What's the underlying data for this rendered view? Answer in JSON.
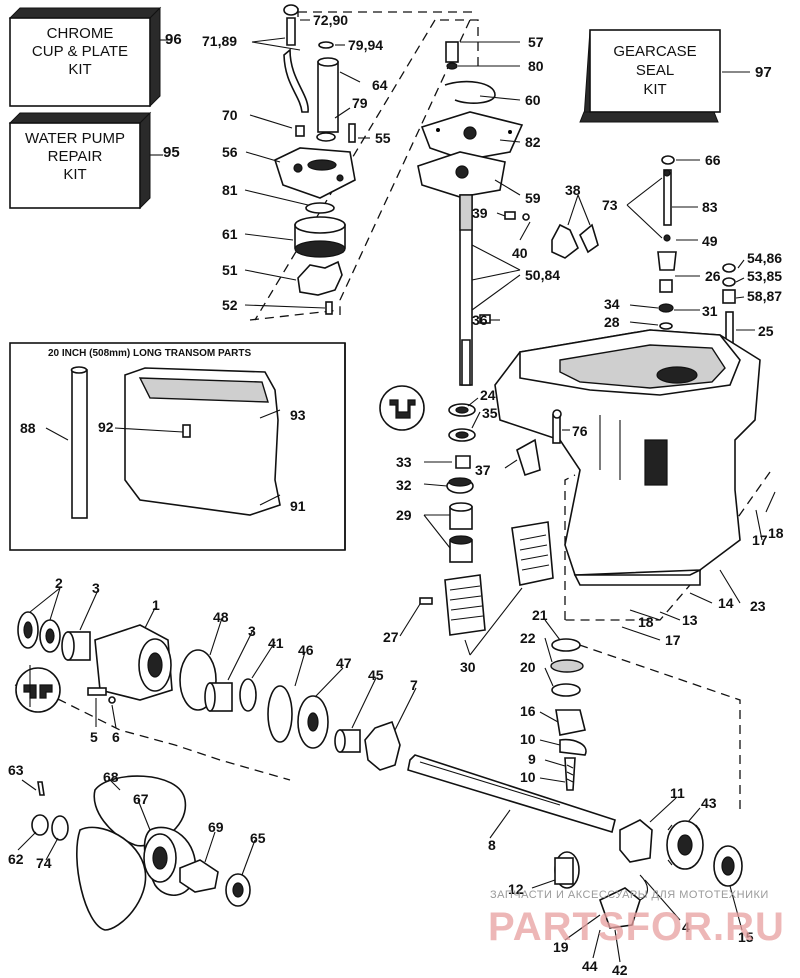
{
  "kits": {
    "chrome": {
      "lines": [
        "CHROME",
        "CUP & PLATE",
        "KIT"
      ],
      "number": "96"
    },
    "water_pump": {
      "lines": [
        "WATER PUMP",
        "REPAIR",
        "KIT"
      ],
      "number": "95"
    },
    "gearcase_seal": {
      "lines": [
        "GEARCASE",
        "SEAL",
        "KIT"
      ],
      "number": "97"
    }
  },
  "transom_panel": {
    "title": "20 INCH (508mm) LONG TRANSOM PARTS",
    "callouts": [
      "88",
      "92",
      "93",
      "91"
    ]
  },
  "callouts": {
    "c72_90": "72,90",
    "c71_89": "71,89",
    "c79_94": "79,94",
    "c64": "64",
    "c79": "79",
    "c70": "70",
    "c55": "55",
    "c56": "56",
    "c81": "81",
    "c61": "61",
    "c51": "51",
    "c52": "52",
    "c57": "57",
    "c80": "80",
    "c60": "60",
    "c82": "82",
    "c59": "59",
    "c39": "39",
    "c40": "40",
    "c38": "38",
    "c50_84": "50,84",
    "c36": "36",
    "c66": "66",
    "c73": "73",
    "c83": "83",
    "c49": "49",
    "c54_86": "54,86",
    "c26": "26",
    "c53_85": "53,85",
    "c58_87": "58,87",
    "c34": "34",
    "c31": "31",
    "c28": "28",
    "c25": "25",
    "c24": "24",
    "c35": "35",
    "c76": "76",
    "c33": "33",
    "c37": "37",
    "c32": "32",
    "c29": "29",
    "c18a": "18",
    "c17a": "17",
    "c23": "23",
    "c14": "14",
    "c13": "13",
    "c18b": "18",
    "c17b": "17",
    "c27": "27",
    "c21": "21",
    "c22": "22",
    "c20": "20",
    "c30": "30",
    "c16": "16",
    "c10a": "10",
    "c9": "9",
    "c10b": "10",
    "c2": "2",
    "c3a": "3",
    "c1": "1",
    "c48": "48",
    "c3b": "3",
    "c41": "41",
    "c46": "46",
    "c47": "47",
    "c45": "45",
    "c7": "7",
    "c5": "5",
    "c6": "6",
    "c63": "63",
    "c68": "68",
    "c67": "67",
    "c69": "69",
    "c65": "65",
    "c62": "62",
    "c74": "74",
    "c8": "8",
    "c11": "11",
    "c43": "43",
    "c12": "12",
    "c4": "4",
    "c15": "15",
    "c19": "19",
    "c44": "44",
    "c42": "42"
  },
  "watermark": {
    "top": "ЗАПЧАСТИ И АКСЕССУАРЫ ДЛЯ МОТОТЕХНИКИ",
    "main": "PARTSFOR.RU"
  }
}
